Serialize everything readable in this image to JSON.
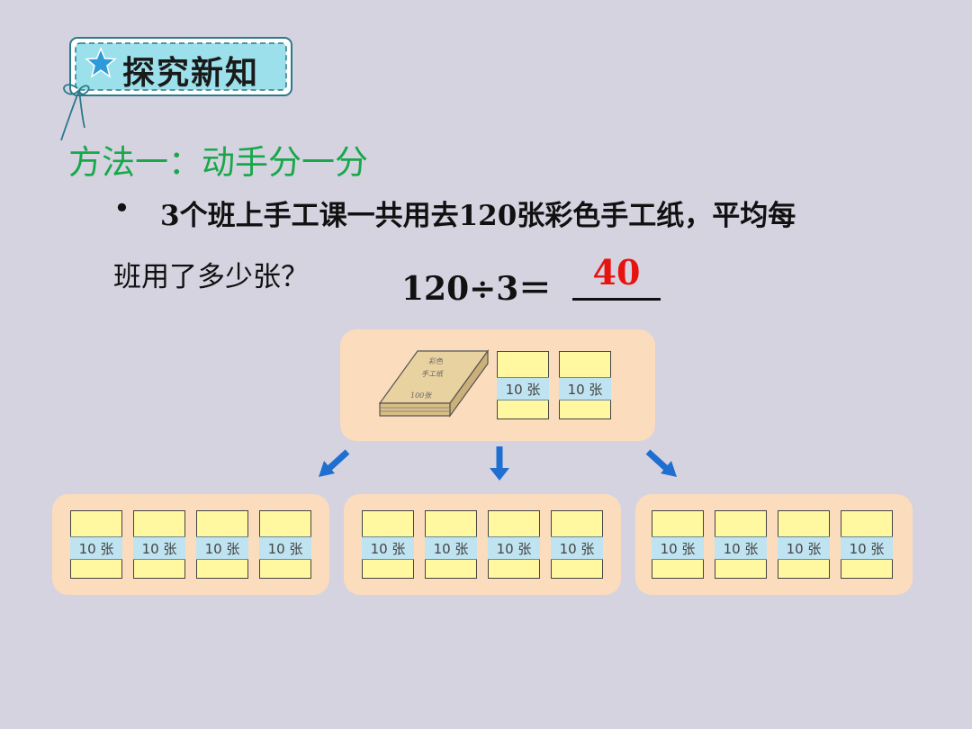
{
  "header": {
    "badge_title": "探究新知",
    "badge_color": "#9be0ea",
    "star_color": "#2f9ad8"
  },
  "method_title": "方法一：动手分一分",
  "problem": {
    "bullet": "•",
    "line1": "3个班上手工课一共用去120张彩色手工纸，平均每",
    "line2": "班用了多少张？",
    "equation": "120÷3＝",
    "answer": "40"
  },
  "top_panel": {
    "book": {
      "line1": "彩色",
      "line2": "手工纸",
      "line3": "100张"
    },
    "stacks": [
      "10 张",
      "10 张"
    ]
  },
  "groups": [
    {
      "stacks": [
        "10 张",
        "10 张",
        "10 张",
        "10 张"
      ]
    },
    {
      "stacks": [
        "10 张",
        "10 张",
        "10 张",
        "10 张"
      ]
    },
    {
      "stacks": [
        "10 张",
        "10 张",
        "10 张",
        "10 张"
      ]
    }
  ],
  "colors": {
    "panel": "#fbdcbd",
    "method_green": "#18a84a",
    "answer_red": "#e8130f",
    "arrow_blue": "#1f6fd0"
  }
}
